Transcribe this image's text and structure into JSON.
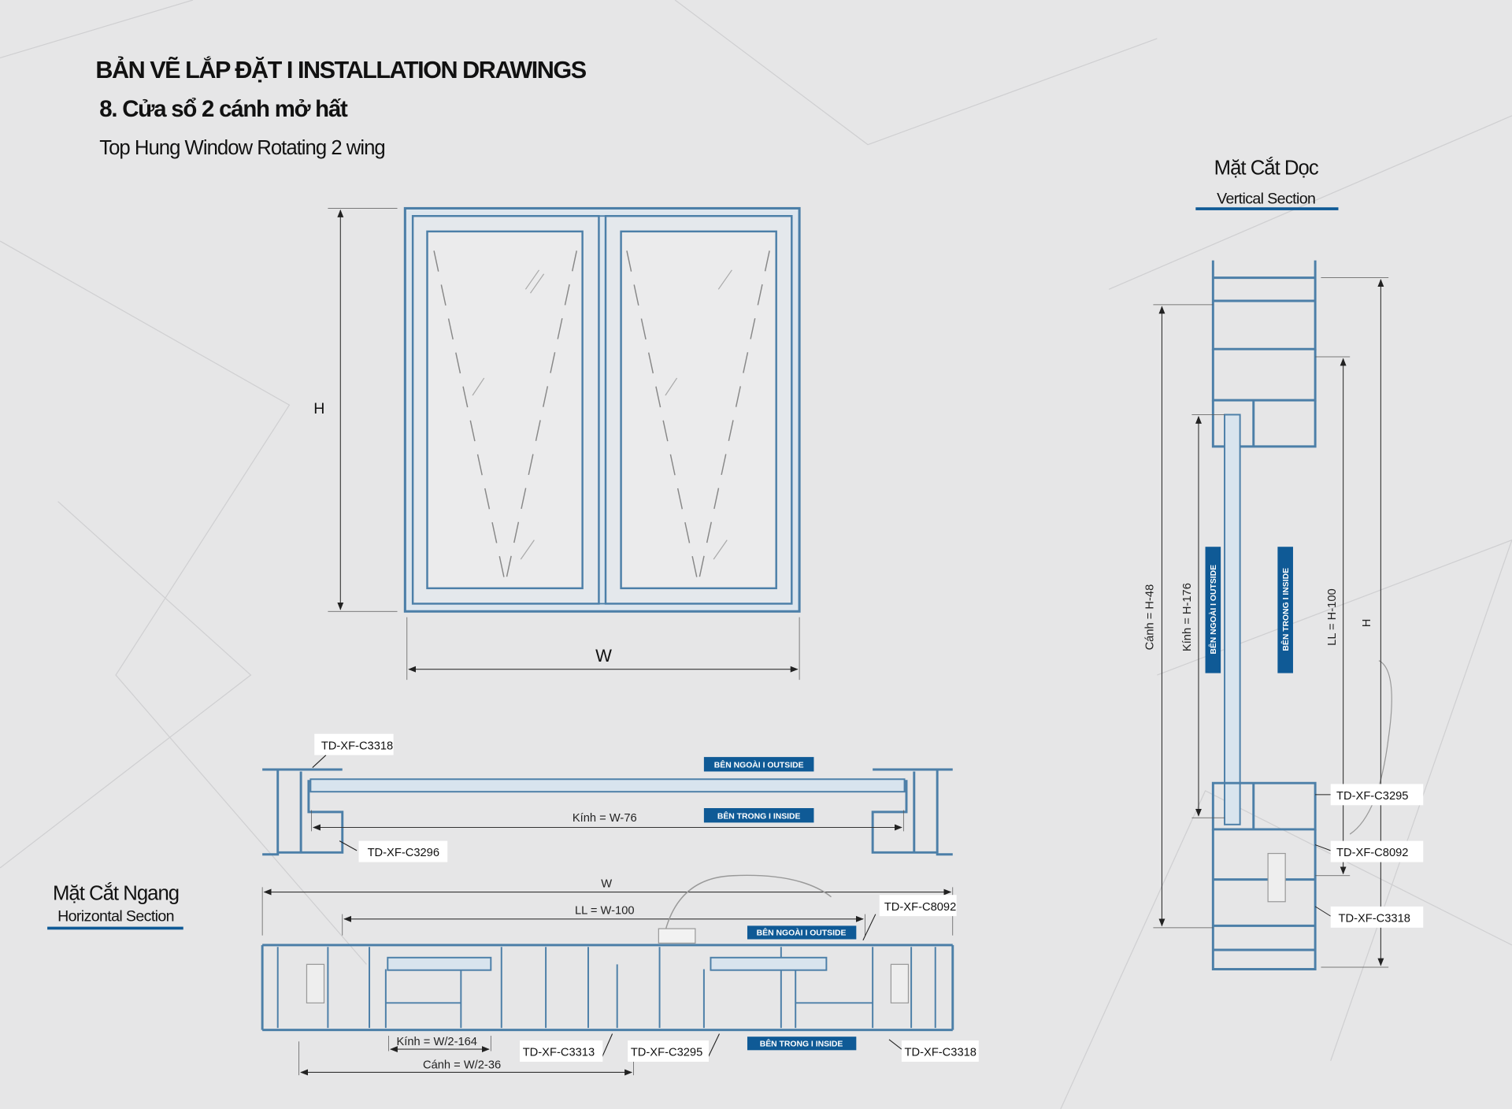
{
  "header": {
    "title": "BẢN VẼ LẮP ĐẶT  I  INSTALLATION DRAWINGS",
    "subtitle_vi": "8. Cửa sổ 2 cánh mở hất",
    "subtitle_en": "Top Hung Window Rotating 2 wing"
  },
  "elevation": {
    "height_label": "H",
    "width_label": "W"
  },
  "vertical_section": {
    "title_vi": "Mặt Cắt Dọc",
    "title_en": "Vertical Section",
    "dims": {
      "sash": "Cánh = H-48",
      "glass": "Kính = H-176",
      "clear": "LL = H-100",
      "height": "H"
    },
    "badge_outside": "BÊN NGOÀI  I  OUTSIDE",
    "badge_inside": "BÊN TRONG  I  INSIDE",
    "codes": [
      "TD-XF-C3295",
      "TD-XF-C8092",
      "TD-XF-C3318"
    ]
  },
  "horizontal_section": {
    "title_vi": "Mặt Cắt Ngang",
    "title_en": "Horizontal Section",
    "top": {
      "code_top": "TD-XF-C3318",
      "code_bottom": "TD-XF-C3296",
      "glass_dim": "Kính = W-76",
      "badge_outside": "BÊN NGOÀI I OUTSIDE",
      "badge_inside": "BÊN TRONG I INSIDE"
    },
    "bottom": {
      "width_dim": "W",
      "clear_dim": "LL = W-100",
      "glass_dim": "Kính = W/2-164",
      "sash_dim": "Cánh = W/2-36",
      "badge_outside": "BÊN NGOÀI I OUTSIDE",
      "badge_inside": "BÊN TRONG I INSIDE",
      "codes": [
        "TD-XF-C8092",
        "TD-XF-C3313",
        "TD-XF-C3295",
        "TD-XF-C3318"
      ]
    }
  },
  "colors": {
    "profile": "#4c7fa8",
    "badge": "#0f5a96",
    "background": "#e6e6e7"
  }
}
